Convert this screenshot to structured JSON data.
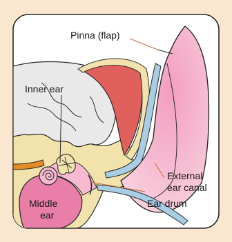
{
  "labels": {
    "pinna": "Pinna (flap)",
    "inner_ear": "Inner ear",
    "external_canal_line1": "External",
    "external_canal_line2": "ear canal",
    "ear_drum": "Ear drum",
    "middle_ear_line1": "Middle",
    "middle_ear_line2": "ear"
  },
  "colors": {
    "page_bg": "#fbe7cf",
    "panel_bg": "#ffffff",
    "border": "#2a2a2a",
    "pink": "#f6b9cf",
    "pink_dark": "#e97fa8",
    "red": "#e0605c",
    "tan": "#f2e3ad",
    "blue": "#a9cde2",
    "brain": "#e9e9e9",
    "orange": "#e58a24",
    "leader": "#c56a3b"
  }
}
